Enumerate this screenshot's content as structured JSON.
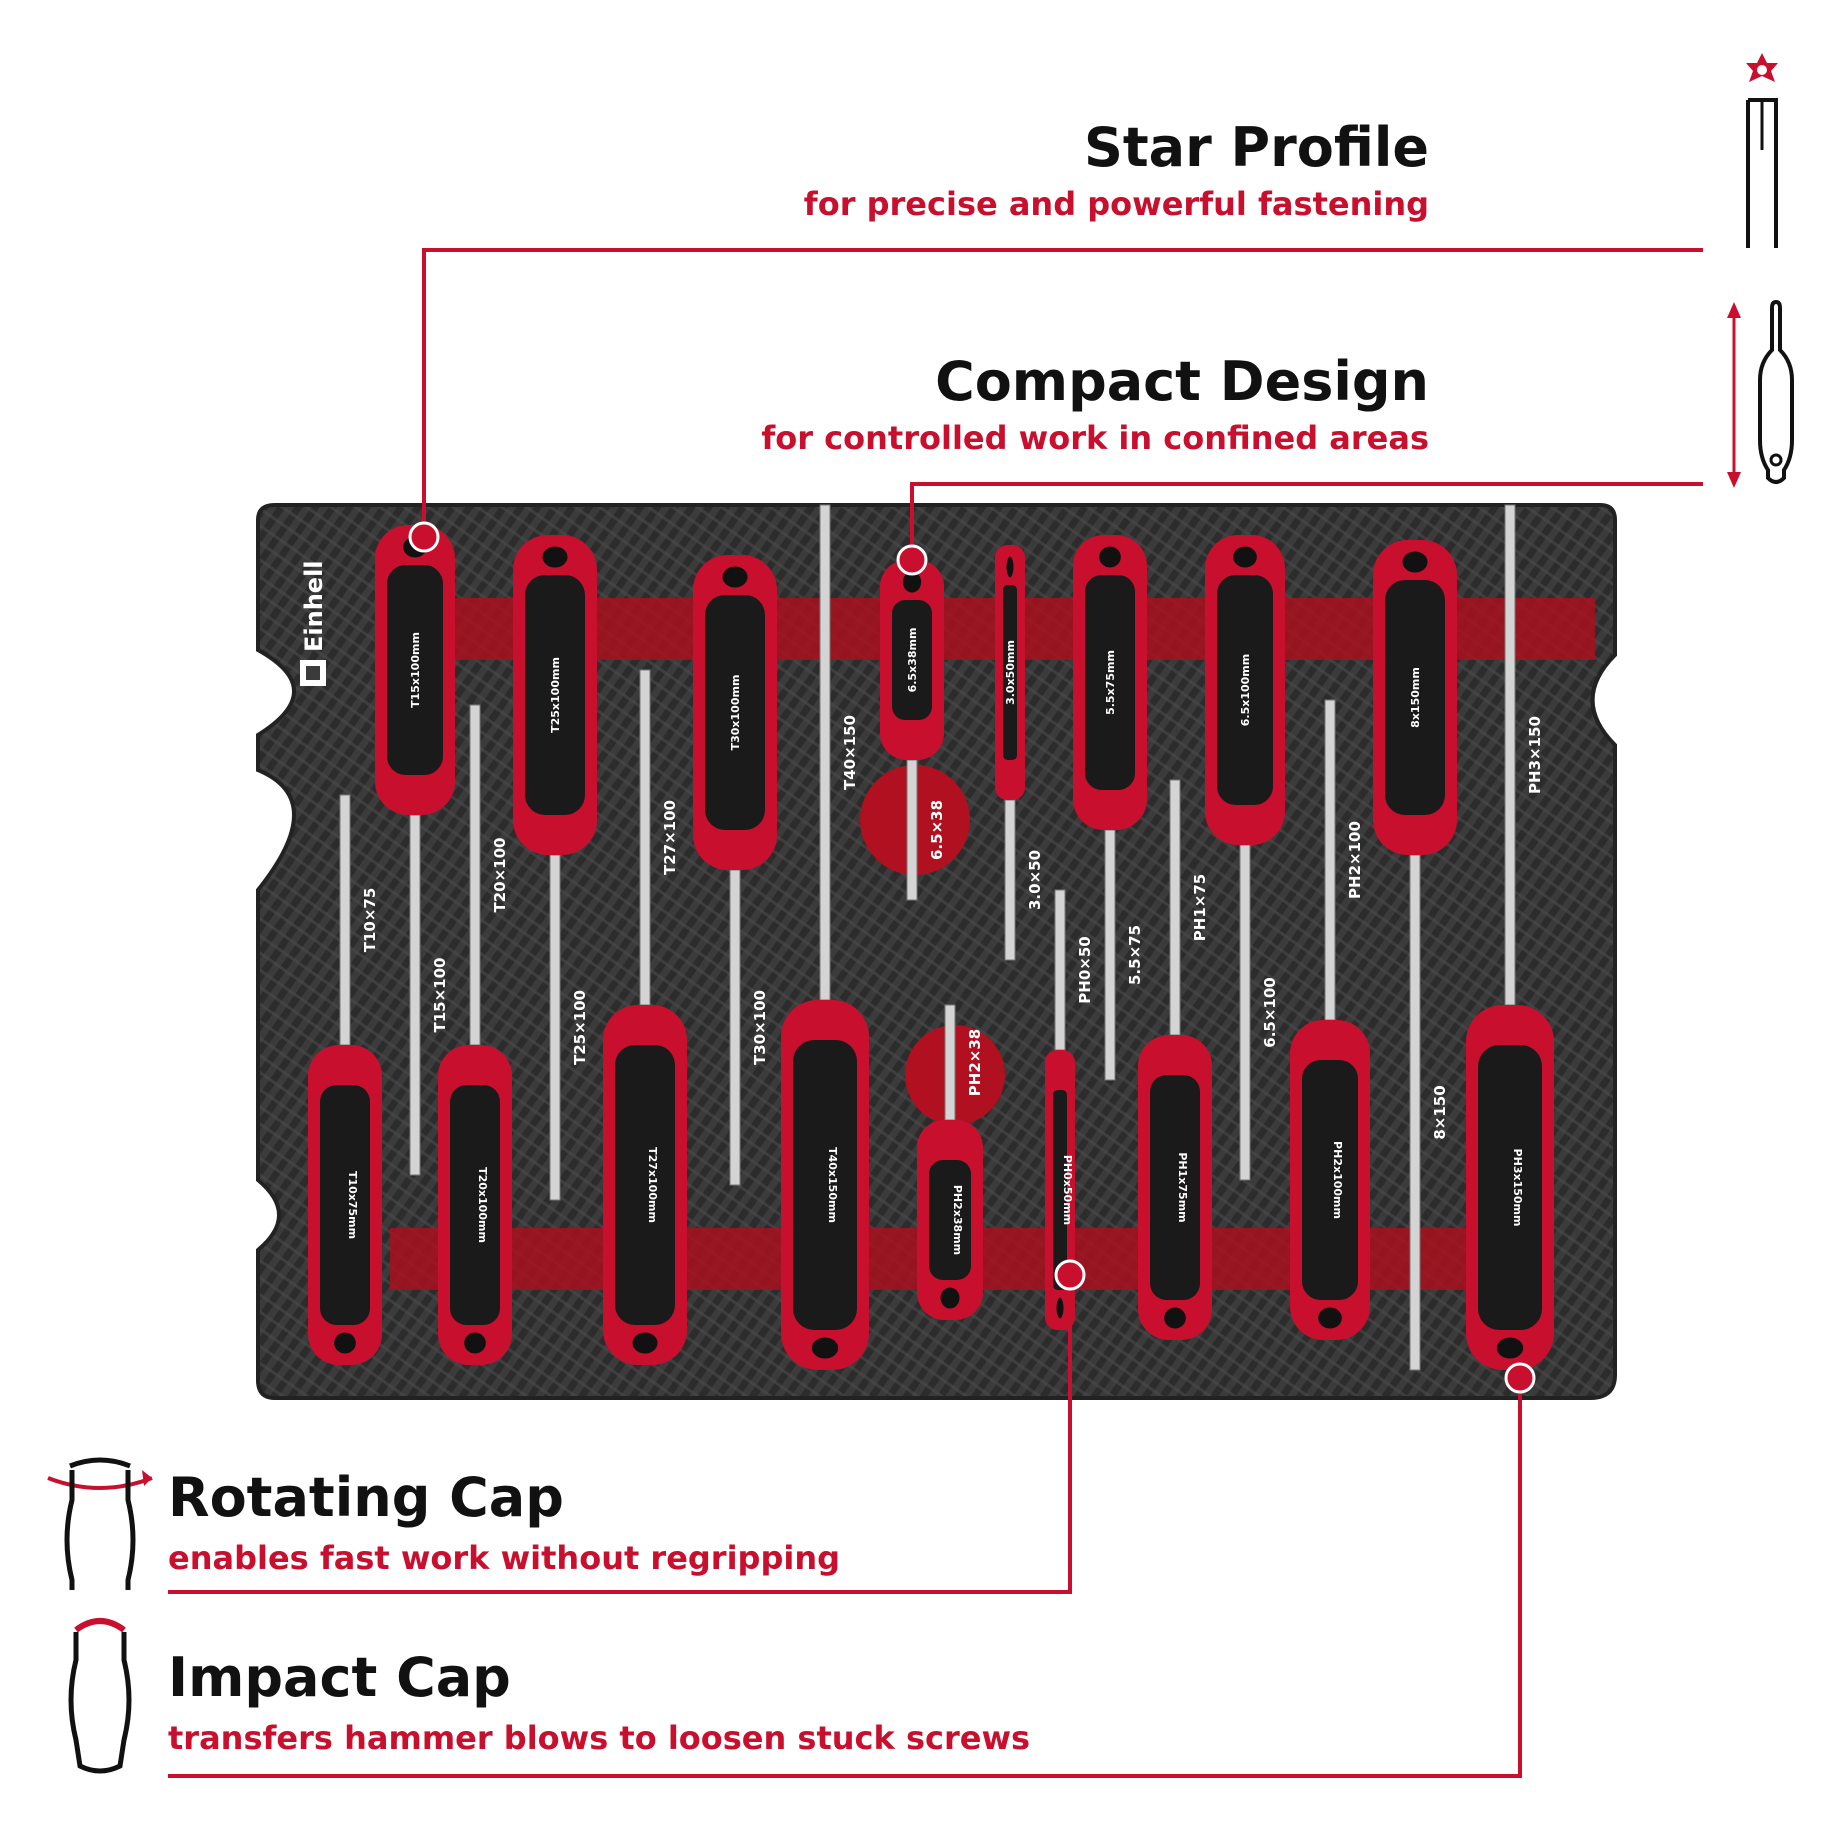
{
  "brand": {
    "logo_text": "Einhell"
  },
  "features": {
    "star_profile": {
      "title": "Star Profile",
      "subtitle": "for precise and powerful fastening",
      "icon": "torx-screwdriver-icon"
    },
    "compact_design": {
      "title": "Compact Design",
      "subtitle": "for controlled work in confined areas",
      "icon": "short-screwdriver-icon"
    },
    "rotating_cap": {
      "title": "Rotating Cap",
      "subtitle": "enables fast work without regripping",
      "icon": "rotating-cap-handle-icon"
    },
    "impact_cap": {
      "title": "Impact Cap",
      "subtitle": "transfers hammer blows to loosen stuck screws",
      "icon": "impact-cap-handle-icon"
    }
  },
  "tools": [
    {
      "tray_label": "T10×75",
      "handle_label": "T10x75mm"
    },
    {
      "tray_label": "T15×100",
      "handle_label": "T15x100mm"
    },
    {
      "tray_label": "T20×100",
      "handle_label": "T20x100mm"
    },
    {
      "tray_label": "T25×100",
      "handle_label": "T25x100mm"
    },
    {
      "tray_label": "T27×100",
      "handle_label": "T27x100mm"
    },
    {
      "tray_label": "T30×100",
      "handle_label": "T30x100mm"
    },
    {
      "tray_label": "T40×150",
      "handle_label": "T40x150mm"
    },
    {
      "tray_label": "PH2×38",
      "handle_label": "PH2x38mm"
    },
    {
      "tray_label": "6.5×38",
      "handle_label": "6.5x38mm"
    },
    {
      "tray_label": "3.0×50",
      "handle_label": "3.0x50mm"
    },
    {
      "tray_label": "PH0×50",
      "handle_label": "PH0x50mm"
    },
    {
      "tray_label": "5.5×75",
      "handle_label": "5.5x75mm"
    },
    {
      "tray_label": "PH1×75",
      "handle_label": "PH1x75mm"
    },
    {
      "tray_label": "6.5×100",
      "handle_label": "6.5x100mm"
    },
    {
      "tray_label": "PH2×100",
      "handle_label": "PH2x100mm"
    },
    {
      "tray_label": "8×150",
      "handle_label": "8x150mm"
    },
    {
      "tray_label": "PH3×150",
      "handle_label": "PH3x150mm"
    }
  ],
  "colors": {
    "accent": "#c8102e",
    "text": "#111111",
    "tray": "#3a3a3a",
    "handle_black": "#1a1a1a"
  }
}
